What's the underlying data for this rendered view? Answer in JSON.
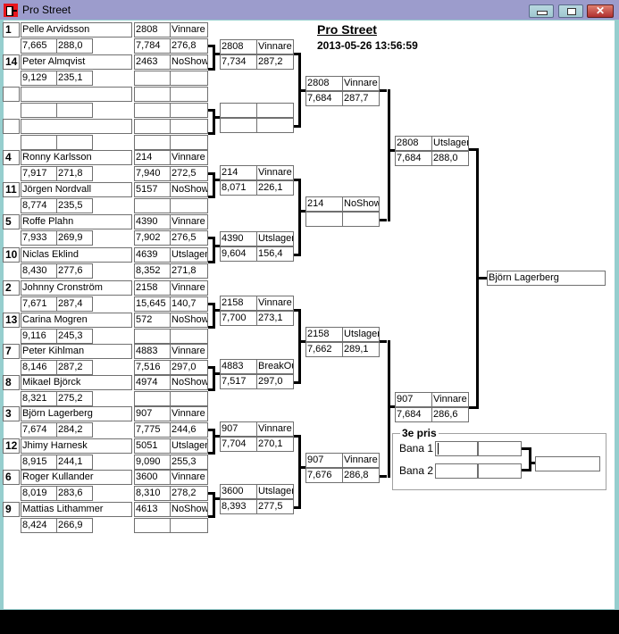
{
  "window": {
    "title": "Pro Street",
    "controls": [
      "minimize",
      "maximize",
      "close"
    ]
  },
  "header": {
    "title": "Pro Street",
    "datetime": "2013-05-26 13:56:59"
  },
  "round1": [
    {
      "seed": "1",
      "name": "Pelle Arvidsson",
      "rt": "7,665",
      "speed": "288,0",
      "car": "2808",
      "result": "Vinnare",
      "et": "7,784",
      "mph": "276,8"
    },
    {
      "seed": "14",
      "name": "Peter Almqvist",
      "rt": "9,129",
      "speed": "235,1",
      "car": "2463",
      "result": "NoShow",
      "et": "",
      "mph": ""
    },
    {
      "seed": "",
      "name": "",
      "rt": "",
      "speed": "",
      "car": "",
      "result": "",
      "et": "",
      "mph": ""
    },
    {
      "seed": "",
      "name": "",
      "rt": "",
      "speed": "",
      "car": "",
      "result": "",
      "et": "",
      "mph": ""
    },
    {
      "seed": "4",
      "name": "Ronny Karlsson",
      "rt": "7,917",
      "speed": "271,8",
      "car": "214",
      "result": "Vinnare",
      "et": "7,940",
      "mph": "272,5"
    },
    {
      "seed": "11",
      "name": "Jörgen Nordvall",
      "rt": "8,774",
      "speed": "235,5",
      "car": "5157",
      "result": "NoShow",
      "et": "",
      "mph": ""
    },
    {
      "seed": "5",
      "name": "Roffe  Plahn",
      "rt": "7,933",
      "speed": "269,9",
      "car": "4390",
      "result": "Vinnare",
      "et": "7,902",
      "mph": "276,5"
    },
    {
      "seed": "10",
      "name": "Niclas Eklind",
      "rt": "8,430",
      "speed": "277,6",
      "car": "4639",
      "result": "Utslagen",
      "et": "8,352",
      "mph": "271,8"
    },
    {
      "seed": "2",
      "name": "Johnny Cronström",
      "rt": "7,671",
      "speed": "287,4",
      "car": "2158",
      "result": "Vinnare",
      "et": "15,645",
      "mph": "140,7"
    },
    {
      "seed": "13",
      "name": "Carina Mogren",
      "rt": "9,116",
      "speed": "245,3",
      "car": "572",
      "result": "NoShow",
      "et": "",
      "mph": ""
    },
    {
      "seed": "7",
      "name": "Peter Kihlman",
      "rt": "8,146",
      "speed": "287,2",
      "car": "4883",
      "result": "Vinnare",
      "et": "7,516",
      "mph": "297,0"
    },
    {
      "seed": "8",
      "name": "Mikael Björck",
      "rt": "8,321",
      "speed": "275,2",
      "car": "4974",
      "result": "NoShow",
      "et": "",
      "mph": ""
    },
    {
      "seed": "3",
      "name": "Björn Lagerberg",
      "rt": "7,674",
      "speed": "284,2",
      "car": "907",
      "result": "Vinnare",
      "et": "7,775",
      "mph": "244,6"
    },
    {
      "seed": "12",
      "name": "Jhimy Harnesk",
      "rt": "8,915",
      "speed": "244,1",
      "car": "5051",
      "result": "Utslagen",
      "et": "9,090",
      "mph": "255,3"
    },
    {
      "seed": "6",
      "name": "Roger Kullander",
      "rt": "8,019",
      "speed": "283,6",
      "car": "3600",
      "result": "Vinnare",
      "et": "8,310",
      "mph": "278,2"
    },
    {
      "seed": "9",
      "name": "Mattias Lithammer",
      "rt": "8,424",
      "speed": "266,9",
      "car": "4613",
      "result": "NoShow",
      "et": "",
      "mph": ""
    }
  ],
  "round2": [
    {
      "car": "2808",
      "result": "Vinnare",
      "et": "7,734",
      "mph": "287,2"
    },
    {
      "car": "",
      "result": "",
      "et": "",
      "mph": ""
    },
    {
      "car": "214",
      "result": "Vinnare",
      "et": "8,071",
      "mph": "226,1"
    },
    {
      "car": "4390",
      "result": "Utslagen",
      "et": "9,604",
      "mph": "156,4"
    },
    {
      "car": "2158",
      "result": "Vinnare",
      "et": "7,700",
      "mph": "273,1"
    },
    {
      "car": "4883",
      "result": "BreakOut",
      "et": "7,517",
      "mph": "297,0"
    },
    {
      "car": "907",
      "result": "Vinnare",
      "et": "7,704",
      "mph": "270,1"
    },
    {
      "car": "3600",
      "result": "Utslagen",
      "et": "8,393",
      "mph": "277,5"
    }
  ],
  "round3": [
    {
      "car": "2808",
      "result": "Vinnare",
      "et": "7,684",
      "mph": "287,7"
    },
    {
      "car": "214",
      "result": "NoShow",
      "et": "",
      "mph": ""
    },
    {
      "car": "2158",
      "result": "Utslagen",
      "et": "7,662",
      "mph": "289,1"
    },
    {
      "car": "907",
      "result": "Vinnare",
      "et": "7,676",
      "mph": "286,8"
    }
  ],
  "round4": [
    {
      "car": "2808",
      "result": "Utslagen",
      "et": "7,684",
      "mph": "288,0"
    },
    {
      "car": "907",
      "result": "Vinnare",
      "et": "7,684",
      "mph": "286,6"
    }
  ],
  "final": {
    "winner": "Björn Lagerberg"
  },
  "third_place": {
    "title": "3e pris",
    "lane1_label": "Bana 1",
    "lane2_label": "Bana 2",
    "lane1": [
      "",
      ""
    ],
    "lane2": [
      "",
      ""
    ],
    "winner": ""
  }
}
